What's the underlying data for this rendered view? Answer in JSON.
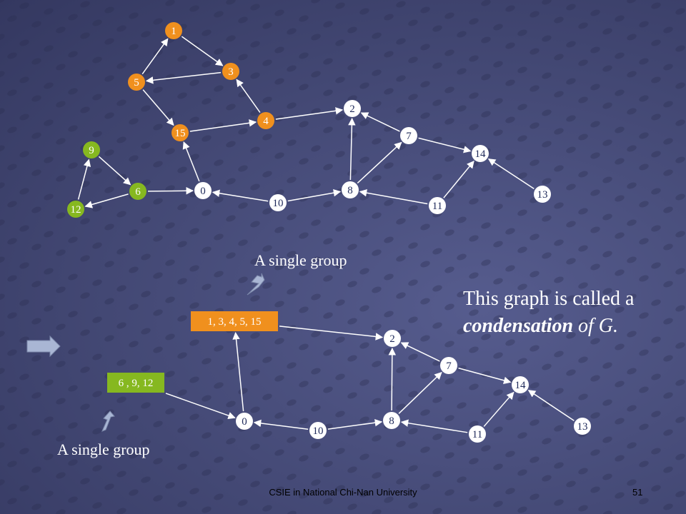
{
  "graph_top": {
    "nodes": [
      {
        "id": "1",
        "color": "#f0901e"
      },
      {
        "id": "3",
        "color": "#f0901e"
      },
      {
        "id": "5",
        "color": "#f0901e"
      },
      {
        "id": "4",
        "color": "#f0901e"
      },
      {
        "id": "15",
        "color": "#f0901e"
      },
      {
        "id": "2",
        "color": "#ffffff"
      },
      {
        "id": "7",
        "color": "#ffffff"
      },
      {
        "id": "14",
        "color": "#ffffff"
      },
      {
        "id": "13",
        "color": "#ffffff"
      },
      {
        "id": "11",
        "color": "#ffffff"
      },
      {
        "id": "8",
        "color": "#ffffff"
      },
      {
        "id": "10",
        "color": "#ffffff"
      },
      {
        "id": "0",
        "color": "#ffffff"
      },
      {
        "id": "6",
        "color": "#86b820"
      },
      {
        "id": "9",
        "color": "#86b820"
      },
      {
        "id": "12",
        "color": "#86b820"
      }
    ],
    "edges": [
      [
        "5",
        "1"
      ],
      [
        "1",
        "3"
      ],
      [
        "3",
        "5"
      ],
      [
        "4",
        "3"
      ],
      [
        "5",
        "15"
      ],
      [
        "15",
        "4"
      ],
      [
        "4",
        "2"
      ],
      [
        "0",
        "15"
      ],
      [
        "6",
        "0"
      ],
      [
        "10",
        "0"
      ],
      [
        "10",
        "8"
      ],
      [
        "8",
        "2"
      ],
      [
        "8",
        "7"
      ],
      [
        "7",
        "2"
      ],
      [
        "7",
        "14"
      ],
      [
        "11",
        "14"
      ],
      [
        "13",
        "14"
      ],
      [
        "11",
        "8"
      ],
      [
        "9",
        "6"
      ],
      [
        "6",
        "12"
      ],
      [
        "12",
        "9"
      ]
    ]
  },
  "graph_bottom": {
    "nodes": [
      {
        "id": "1, 3, 4, 5, 15",
        "shape": "box",
        "color": "#f0901e"
      },
      {
        "id": "6 , 9, 12",
        "shape": "box",
        "color": "#86b820"
      },
      {
        "id": "2",
        "color": "#ffffff"
      },
      {
        "id": "7",
        "color": "#ffffff"
      },
      {
        "id": "14",
        "color": "#ffffff"
      },
      {
        "id": "13",
        "color": "#ffffff"
      },
      {
        "id": "11",
        "color": "#ffffff"
      },
      {
        "id": "8",
        "color": "#ffffff"
      },
      {
        "id": "10",
        "color": "#ffffff"
      },
      {
        "id": "0",
        "color": "#ffffff"
      }
    ],
    "edges": [
      [
        "0",
        "1, 3, 4, 5, 15"
      ],
      [
        "1, 3, 4, 5, 15",
        "2"
      ],
      [
        "6 , 9, 12",
        "0"
      ],
      [
        "10",
        "0"
      ],
      [
        "10",
        "8"
      ],
      [
        "8",
        "2"
      ],
      [
        "8",
        "7"
      ],
      [
        "7",
        "2"
      ],
      [
        "7",
        "14"
      ],
      [
        "11",
        "14"
      ],
      [
        "13",
        "14"
      ],
      [
        "11",
        "8"
      ]
    ]
  },
  "captions": {
    "top": "A single group",
    "bottom": "A single group"
  },
  "note": {
    "line1": "This graph is called a",
    "emphasis": "condensation",
    "tail": "of G."
  },
  "footer": {
    "text": "CSIE in National Chi-Nan University",
    "page": "51"
  },
  "colors": {
    "orange": "#f0901e",
    "green": "#86b820",
    "edge": "#ffffff",
    "arrow": "#a9b6d4"
  }
}
